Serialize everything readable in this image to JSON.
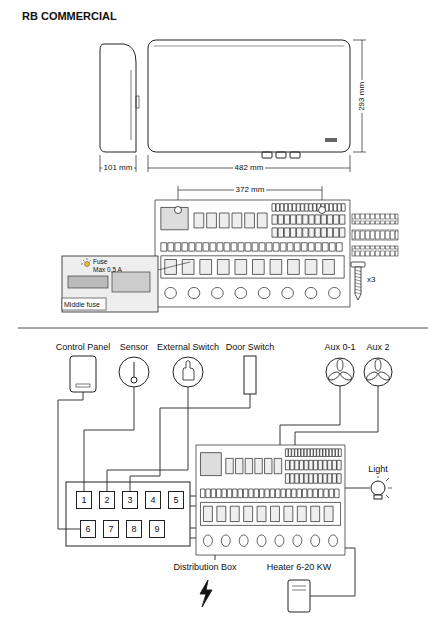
{
  "diagram": {
    "title": "RB COMMERCIAL",
    "nodes": [
      {
        "text": [
          "Control Panel"
        ]
      },
      {
        "text": [
          "Sensor"
        ]
      },
      {
        "text": [
          "External Switch"
        ]
      },
      {
        "text": [
          "Door Switch"
        ]
      },
      {
        "text": [
          "Aux 0-1"
        ]
      },
      {
        "text": [
          "Aux 2"
        ]
      },
      {
        "text": [
          "1"
        ]
      },
      {
        "text": [
          "2"
        ]
      },
      {
        "text": [
          "3"
        ]
      },
      {
        "text": [
          "4"
        ]
      },
      {
        "text": [
          "5"
        ]
      },
      {
        "text": [
          "6"
        ]
      },
      {
        "text": [
          "7"
        ]
      },
      {
        "text": [
          "8"
        ]
      },
      {
        "text": [
          "9"
        ]
      },
      {
        "text": [
          "Light"
        ]
      },
      {
        "text": [
          "Distribution Box"
        ]
      },
      {
        "text": [
          "Heater 6-20 KW"
        ]
      }
    ],
    "edges": [
      {
        "from": 0,
        "to": 11,
        "arrow": "none"
      },
      {
        "from": 1,
        "to": 6,
        "arrow": "none"
      },
      {
        "from": 2,
        "to": 7,
        "arrow": "none"
      },
      {
        "from": 3,
        "to": 8,
        "arrow": "none"
      }
    ],
    "labels": [
      "101 mm",
      "482 mm",
      "293 mm",
      "372 mm",
      "Fuse",
      "Max 0,5 A",
      "Middle fuse",
      "x3"
    ]
  }
}
